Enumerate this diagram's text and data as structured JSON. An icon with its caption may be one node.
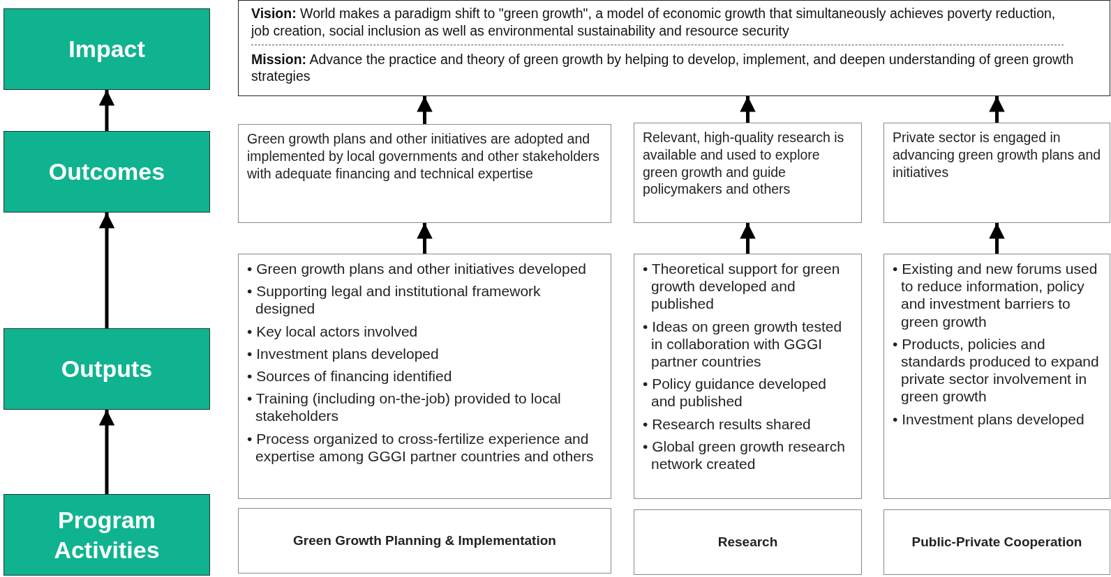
{
  "diagram": {
    "nodes": [
      {
        "text": [
          "Impact"
        ]
      },
      {
        "text": [
          "**Vision:** World makes a paradigm shift to \"green growth\", a model of economic growth that simultaneously achieves poverty reduction, job creation, social inclusion as well as environmental sustainability and resource security",
          "**Mission:** Advance the practice and theory of green growth by helping to develop, implement, and deepen understanding of green growth strategies"
        ]
      },
      {
        "text": [
          "Outcomes"
        ]
      },
      {
        "text": [
          "Green growth plans and other initiatives are adopted and implemented by local governments and other stakeholders  with adequate financing and technical expertise"
        ]
      },
      {
        "text": [
          "Relevant, high-quality research is available and used to explore green growth and guide policymakers and others"
        ]
      },
      {
        "text": [
          "Private sector is engaged in advancing green growth plans and initiatives"
        ]
      },
      {
        "text": [
          "Outputs"
        ]
      },
      {
        "text": [
          "• Green growth plans and other initiatives developed",
          "• Supporting legal and institutional framework designed",
          "• Key local actors involved",
          "• Investment plans developed",
          "• Sources of financing identified",
          "• Training (including on-the-job) provided to local stakeholders",
          "• Process organized to cross-fertilize experience and expertise among GGGI partner countries and others"
        ]
      },
      {
        "text": [
          "• Theoretical support for green growth developed and published",
          "• Ideas on green growth tested in collaboration with GGGI partner countries",
          "• Policy guidance developed and published",
          "• Research results shared",
          "• Global green growth research network created"
        ]
      },
      {
        "text": [
          "• Existing and new forums used to reduce information, policy and investment barriers to green growth",
          "• Products, policies and standards produced to expand private sector involvement in green growth",
          "• Investment plans developed"
        ]
      },
      {
        "text": [
          "Program Activities"
        ]
      },
      {
        "text": [
          "Green Growth Planning & Implementation"
        ]
      },
      {
        "text": [
          "Research"
        ]
      },
      {
        "text": [
          "Public-Private Cooperation"
        ]
      }
    ],
    "edges": [
      {
        "from": 2,
        "to": 0,
        "arrow": "to"
      },
      {
        "from": 6,
        "to": 2,
        "arrow": "to"
      },
      {
        "from": 10,
        "to": 6,
        "arrow": "to"
      },
      {
        "from": 3,
        "to": 1,
        "arrow": "to"
      },
      {
        "from": 4,
        "to": 1,
        "arrow": "to"
      },
      {
        "from": 5,
        "to": 1,
        "arrow": "to"
      },
      {
        "from": 7,
        "to": 3,
        "arrow": "to"
      },
      {
        "from": 8,
        "to": 4,
        "arrow": "to"
      },
      {
        "from": 9,
        "to": 5,
        "arrow": "to"
      }
    ]
  }
}
